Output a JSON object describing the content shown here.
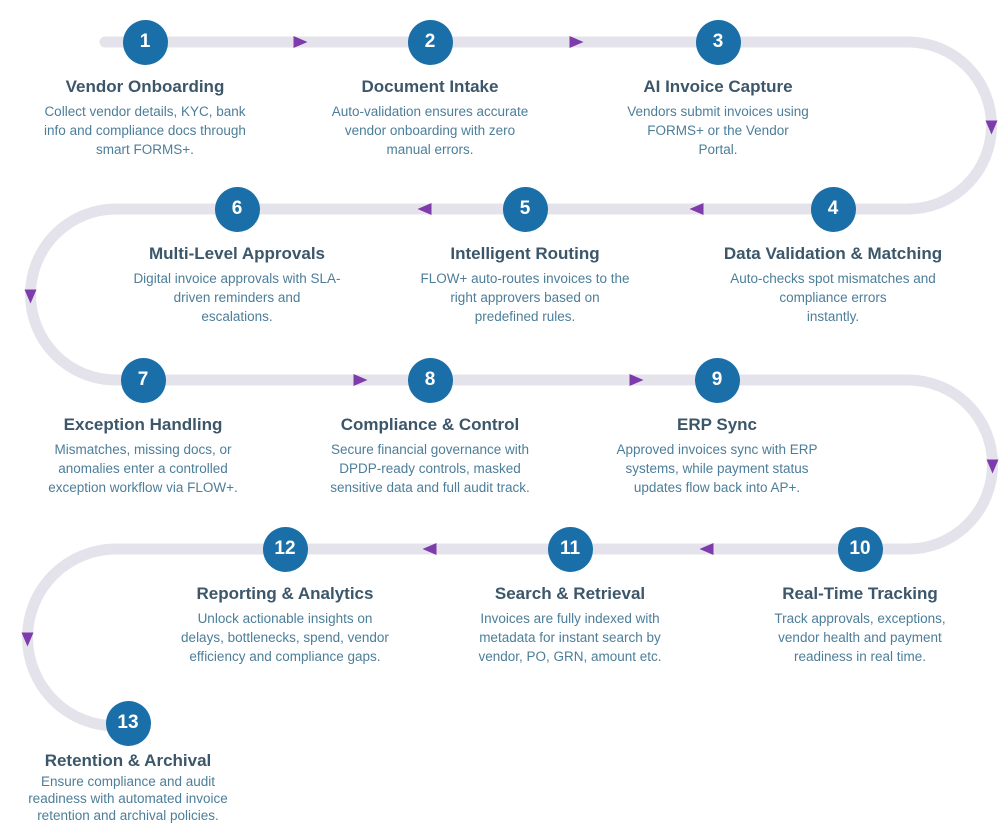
{
  "steps": [
    {
      "number": "1",
      "title": "Vendor Onboarding",
      "description": "Collect vendor details, KYC, bank\ninfo and compliance docs through\nsmart FORMS+."
    },
    {
      "number": "2",
      "title": "Document Intake",
      "description": "Auto-validation ensures accurate\nvendor onboarding with zero\nmanual errors."
    },
    {
      "number": "3",
      "title": "AI Invoice Capture",
      "description": "Vendors submit invoices using\nFORMS+ or the Vendor\nPortal."
    },
    {
      "number": "4",
      "title": "Data Validation & Matching",
      "description": "Auto-checks spot mismatches and\ncompliance errors\ninstantly."
    },
    {
      "number": "5",
      "title": "Intelligent Routing",
      "description": "FLOW+ auto-routes invoices to the\nright approvers based on\npredefined rules."
    },
    {
      "number": "6",
      "title": "Multi-Level Approvals",
      "description": "Digital invoice approvals with SLA-\ndriven reminders and\nescalations."
    },
    {
      "number": "7",
      "title": "Exception Handling",
      "description": "Mismatches, missing docs, or\nanomalies enter a controlled\nexception workflow via FLOW+."
    },
    {
      "number": "8",
      "title": "Compliance & Control",
      "description": "Secure financial governance with\nDPDP-ready controls, masked\nsensitive data and full audit track."
    },
    {
      "number": "9",
      "title": "ERP Sync",
      "description": "Approved invoices sync with ERP\nsystems, while payment status\nupdates flow back into AP+."
    },
    {
      "number": "10",
      "title": "Real-Time Tracking",
      "description": "Track approvals, exceptions,\nvendor health and payment\nreadiness in real time."
    },
    {
      "number": "11",
      "title": "Search & Retrieval",
      "description": "Invoices are fully indexed with\nmetadata for instant search by\nvendor, PO, GRN, amount etc."
    },
    {
      "number": "12",
      "title": "Reporting & Analytics",
      "description": "Unlock actionable insights on\ndelays, bottlenecks, spend, vendor\nefficiency and compliance gaps."
    },
    {
      "number": "13",
      "title": "Retention & Archival",
      "description": "Ensure compliance and audit\nreadiness with automated invoice\nretention and archival policies."
    }
  ],
  "colors": {
    "step_circle": "#1B6FA8",
    "step_title": "#3C566A",
    "step_description": "#4C7E99",
    "flow_arrow": "#7D3BAB",
    "flow_path": "#E4E3EB"
  }
}
